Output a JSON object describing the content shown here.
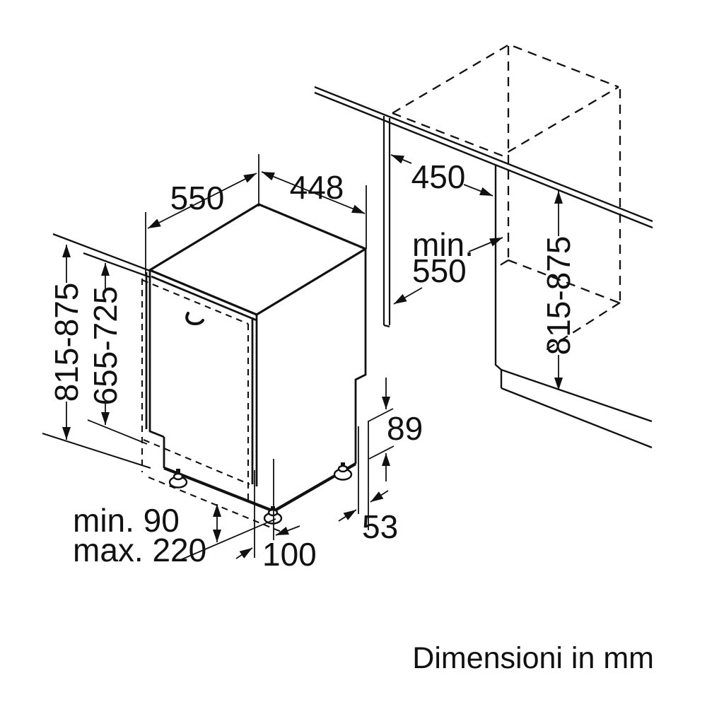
{
  "labels": {
    "depth_550": "550",
    "width_448": "448",
    "niche_width_450": "450",
    "niche_depth_min": "min.",
    "niche_depth_value": "550",
    "appliance_height": "815-875",
    "door_panel_height": "655-725",
    "niche_height": "815-875",
    "base_recess_height": "89",
    "base_recess_depth": "53",
    "plinth_min": "min. 90",
    "plinth_max": "max. 220",
    "foot_offset": "100"
  },
  "footer": {
    "note": "Dimensioni in mm"
  }
}
